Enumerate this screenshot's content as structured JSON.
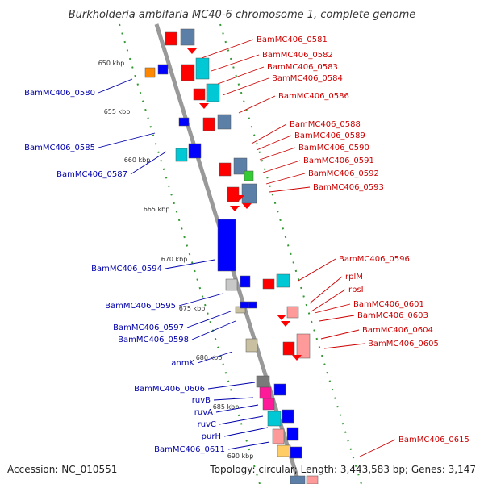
{
  "title": "Burkholderia ambifaria MC40-6 chromosome 1, complete genome",
  "footer": {
    "accession": "Accession: NC_010551",
    "summary": "Topology: circular; Length: 3,443,583 bp; Genes: 3,147"
  },
  "ticks": [
    "650 kbp",
    "655 kbp",
    "660 kbp",
    "665 kbp",
    "670 kbp",
    "675 kbp",
    "680 kbp",
    "685 kbp",
    "690 kbp"
  ],
  "labels_right": [
    "BamMC406_0581",
    "BamMC406_0582",
    "BamMC406_0583",
    "BamMC406_0584",
    "BamMC406_0586",
    "BamMC406_0588",
    "BamMC406_0589",
    "BamMC406_0590",
    "BamMC406_0591",
    "BamMC406_0592",
    "BamMC406_0593",
    "BamMC406_0596",
    "rplM",
    "rpsI",
    "BamMC406_0601",
    "BamMC406_0603",
    "BamMC406_0604",
    "BamMC406_0605",
    "BamMC406_0615"
  ],
  "labels_left": [
    "BamMC406_0580",
    "BamMC406_0585",
    "BamMC406_0587",
    "BamMC406_0594",
    "BamMC406_0595",
    "BamMC406_0597",
    "BamMC406_0598",
    "anmK",
    "BamMC406_0606",
    "ruvB",
    "ruvA",
    "ruvC",
    "purH",
    "BamMC406_0611"
  ],
  "colors": {
    "forward_gene": "#ff0000",
    "reverse_gene": "#0000ff",
    "forward_label": "#cc0000",
    "reverse_label": "#0000aa",
    "backbone": "#999999",
    "tick_mark": "#339933"
  }
}
